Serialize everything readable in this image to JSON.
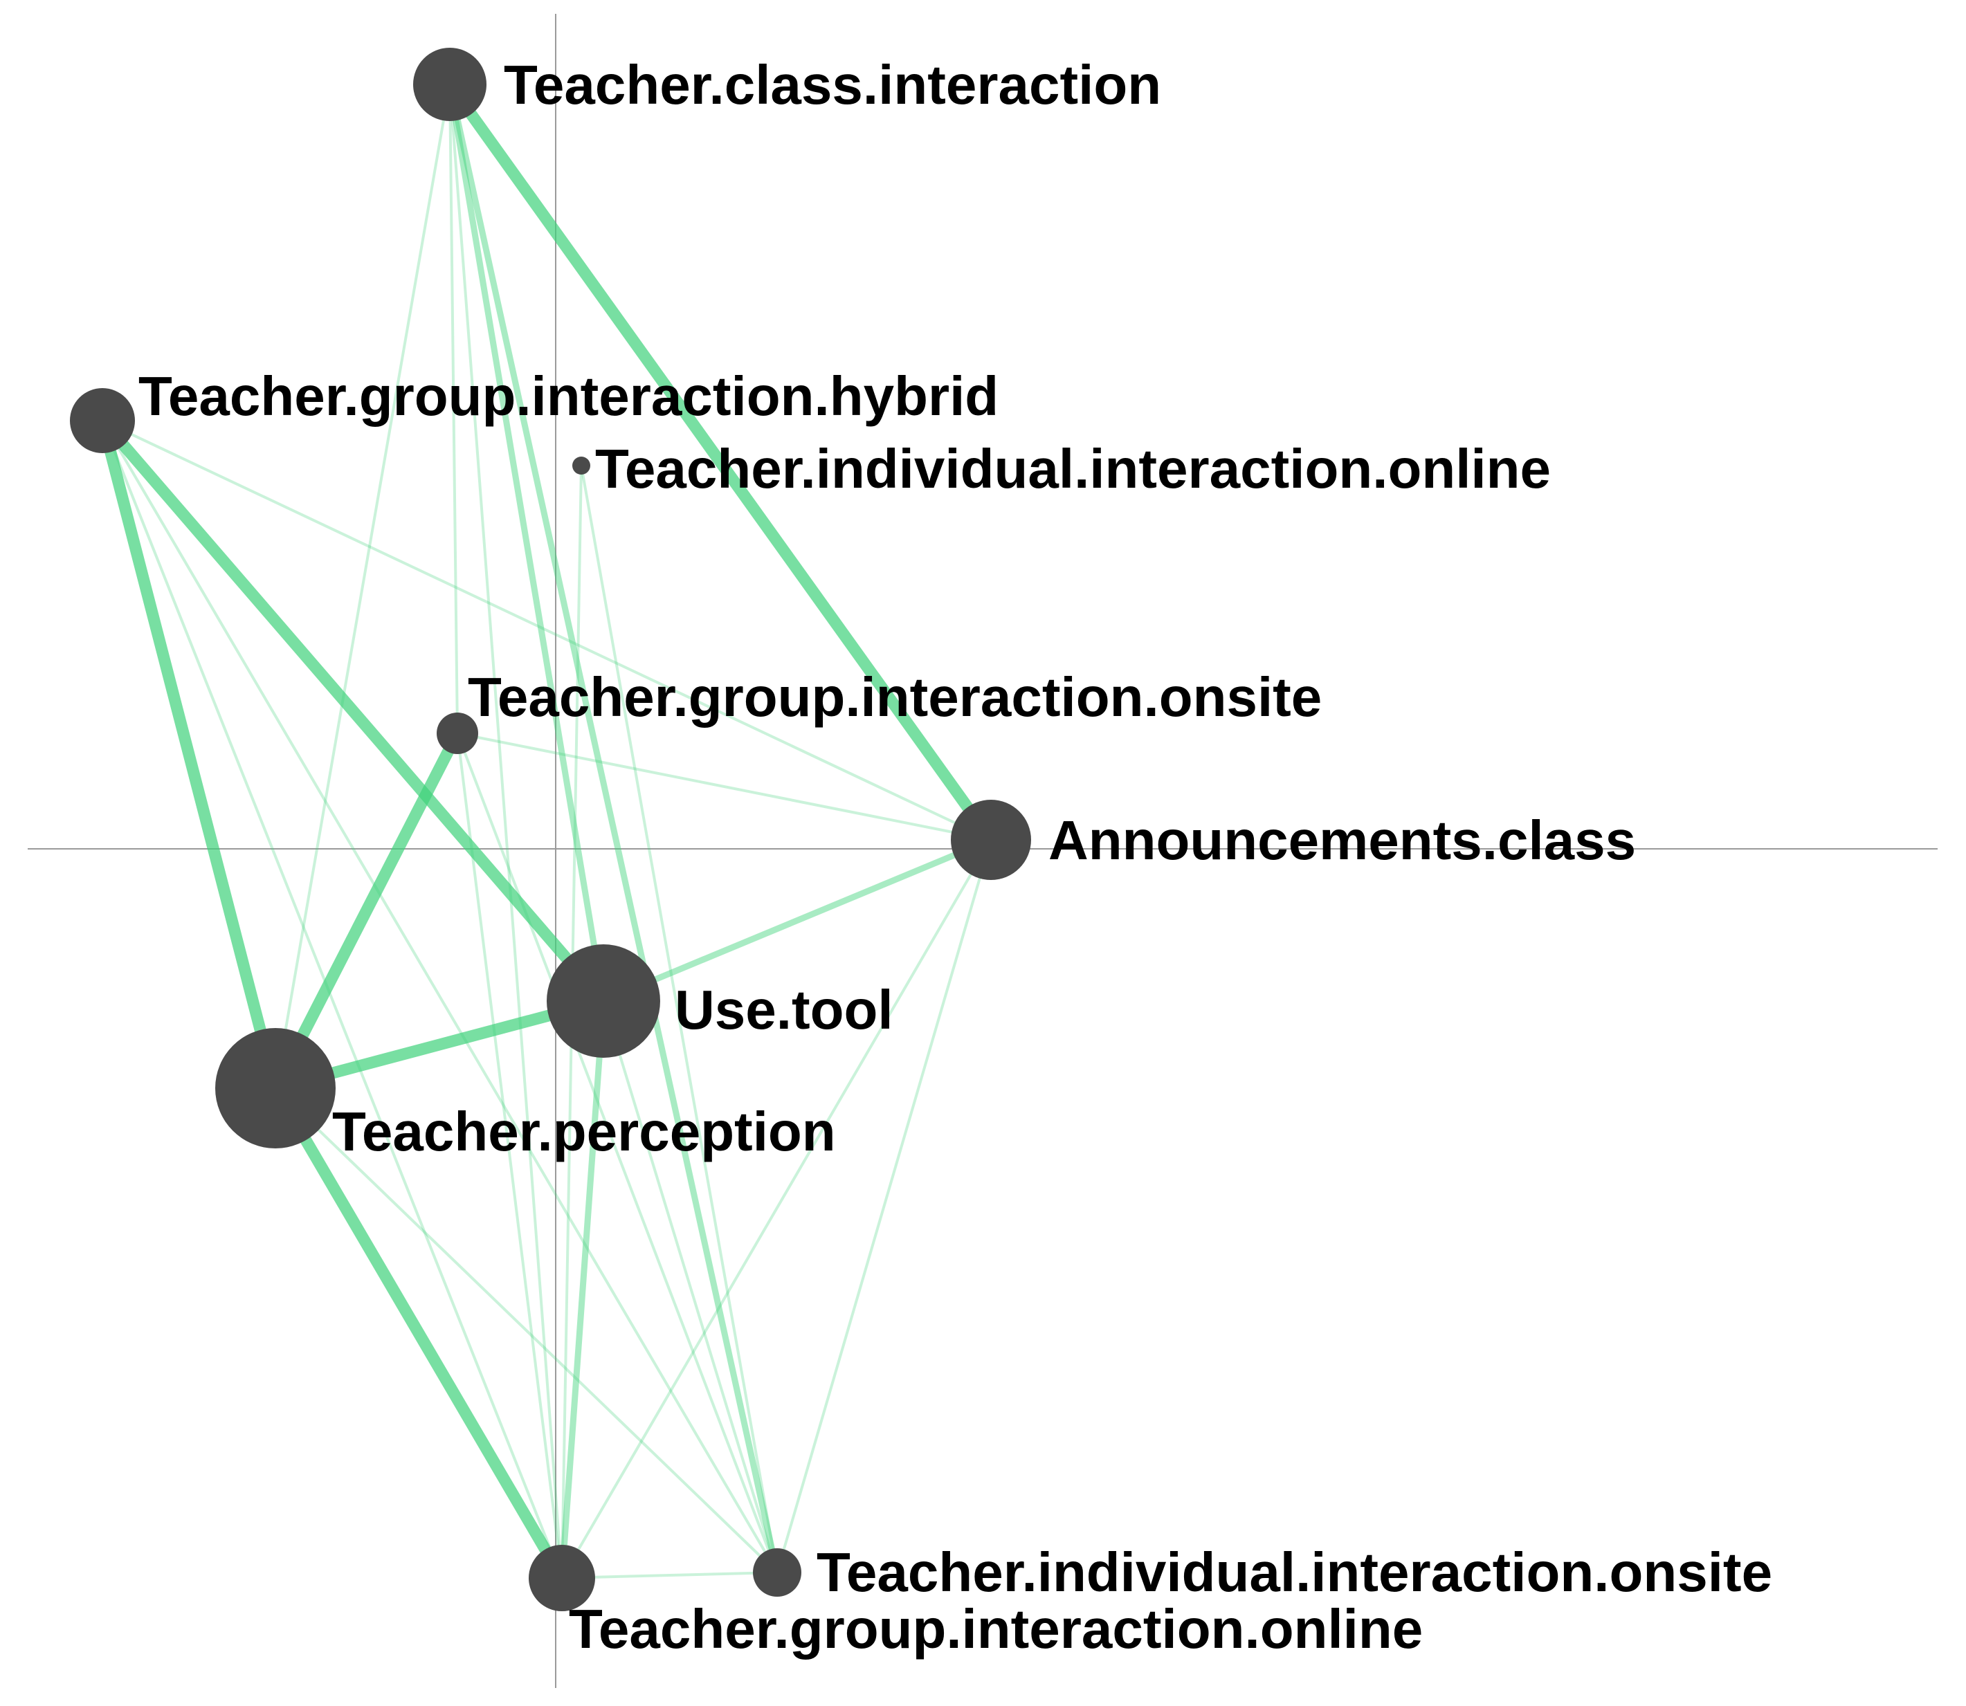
{
  "colors": {
    "edge": "#3fd27a",
    "node": "#4a4a4a",
    "label": "#000000",
    "axis": "#9a9a9a",
    "background": "#ffffff"
  },
  "nodes": [
    {
      "id": "tci",
      "label": "Teacher.class.interaction"
    },
    {
      "id": "tgih",
      "label": "Teacher.group.interaction.hybrid"
    },
    {
      "id": "tiio",
      "label": "Teacher.individual.interaction.online"
    },
    {
      "id": "tgis",
      "label": "Teacher.group.interaction.onsite"
    },
    {
      "id": "ac",
      "label": "Announcements.class"
    },
    {
      "id": "ut",
      "label": "Use.tool"
    },
    {
      "id": "tp",
      "label": "Teacher.perception"
    },
    {
      "id": "tgio",
      "label": "Teacher.group.interaction.online"
    },
    {
      "id": "tiis",
      "label": "Teacher.individual.interaction.onsite"
    }
  ],
  "edges": [
    {
      "source": "tci",
      "target": "ac",
      "weight": 3
    },
    {
      "source": "tgih",
      "target": "tp",
      "weight": 3
    },
    {
      "source": "tgih",
      "target": "ut",
      "weight": 3
    },
    {
      "source": "tgis",
      "target": "tp",
      "weight": 3
    },
    {
      "source": "tp",
      "target": "ut",
      "weight": 3
    },
    {
      "source": "tp",
      "target": "tgio",
      "weight": 3
    },
    {
      "source": "ac",
      "target": "ut",
      "weight": 2
    },
    {
      "source": "tci",
      "target": "ut",
      "weight": 2
    },
    {
      "source": "tci",
      "target": "tiis",
      "weight": 2
    },
    {
      "source": "ut",
      "target": "tgio",
      "weight": 2
    },
    {
      "source": "tci",
      "target": "tgio",
      "weight": 1
    },
    {
      "source": "ac",
      "target": "tiis",
      "weight": 1
    },
    {
      "source": "tci",
      "target": "tp",
      "weight": 1
    },
    {
      "source": "tgih",
      "target": "ac",
      "weight": 1
    },
    {
      "source": "tgih",
      "target": "tgio",
      "weight": 1
    },
    {
      "source": "tgih",
      "target": "tiis",
      "weight": 1
    },
    {
      "source": "tiio",
      "target": "tgio",
      "weight": 1
    },
    {
      "source": "tiio",
      "target": "tiis",
      "weight": 1
    },
    {
      "source": "tgis",
      "target": "ac",
      "weight": 1
    },
    {
      "source": "tgis",
      "target": "tgio",
      "weight": 1
    },
    {
      "source": "tgis",
      "target": "tiis",
      "weight": 1
    },
    {
      "source": "ac",
      "target": "tgio",
      "weight": 1
    },
    {
      "source": "tp",
      "target": "tiis",
      "weight": 1
    },
    {
      "source": "tgio",
      "target": "tiis",
      "weight": 1
    },
    {
      "source": "ut",
      "target": "tiis",
      "weight": 1
    },
    {
      "source": "tci",
      "target": "tgis",
      "weight": 1
    }
  ]
}
